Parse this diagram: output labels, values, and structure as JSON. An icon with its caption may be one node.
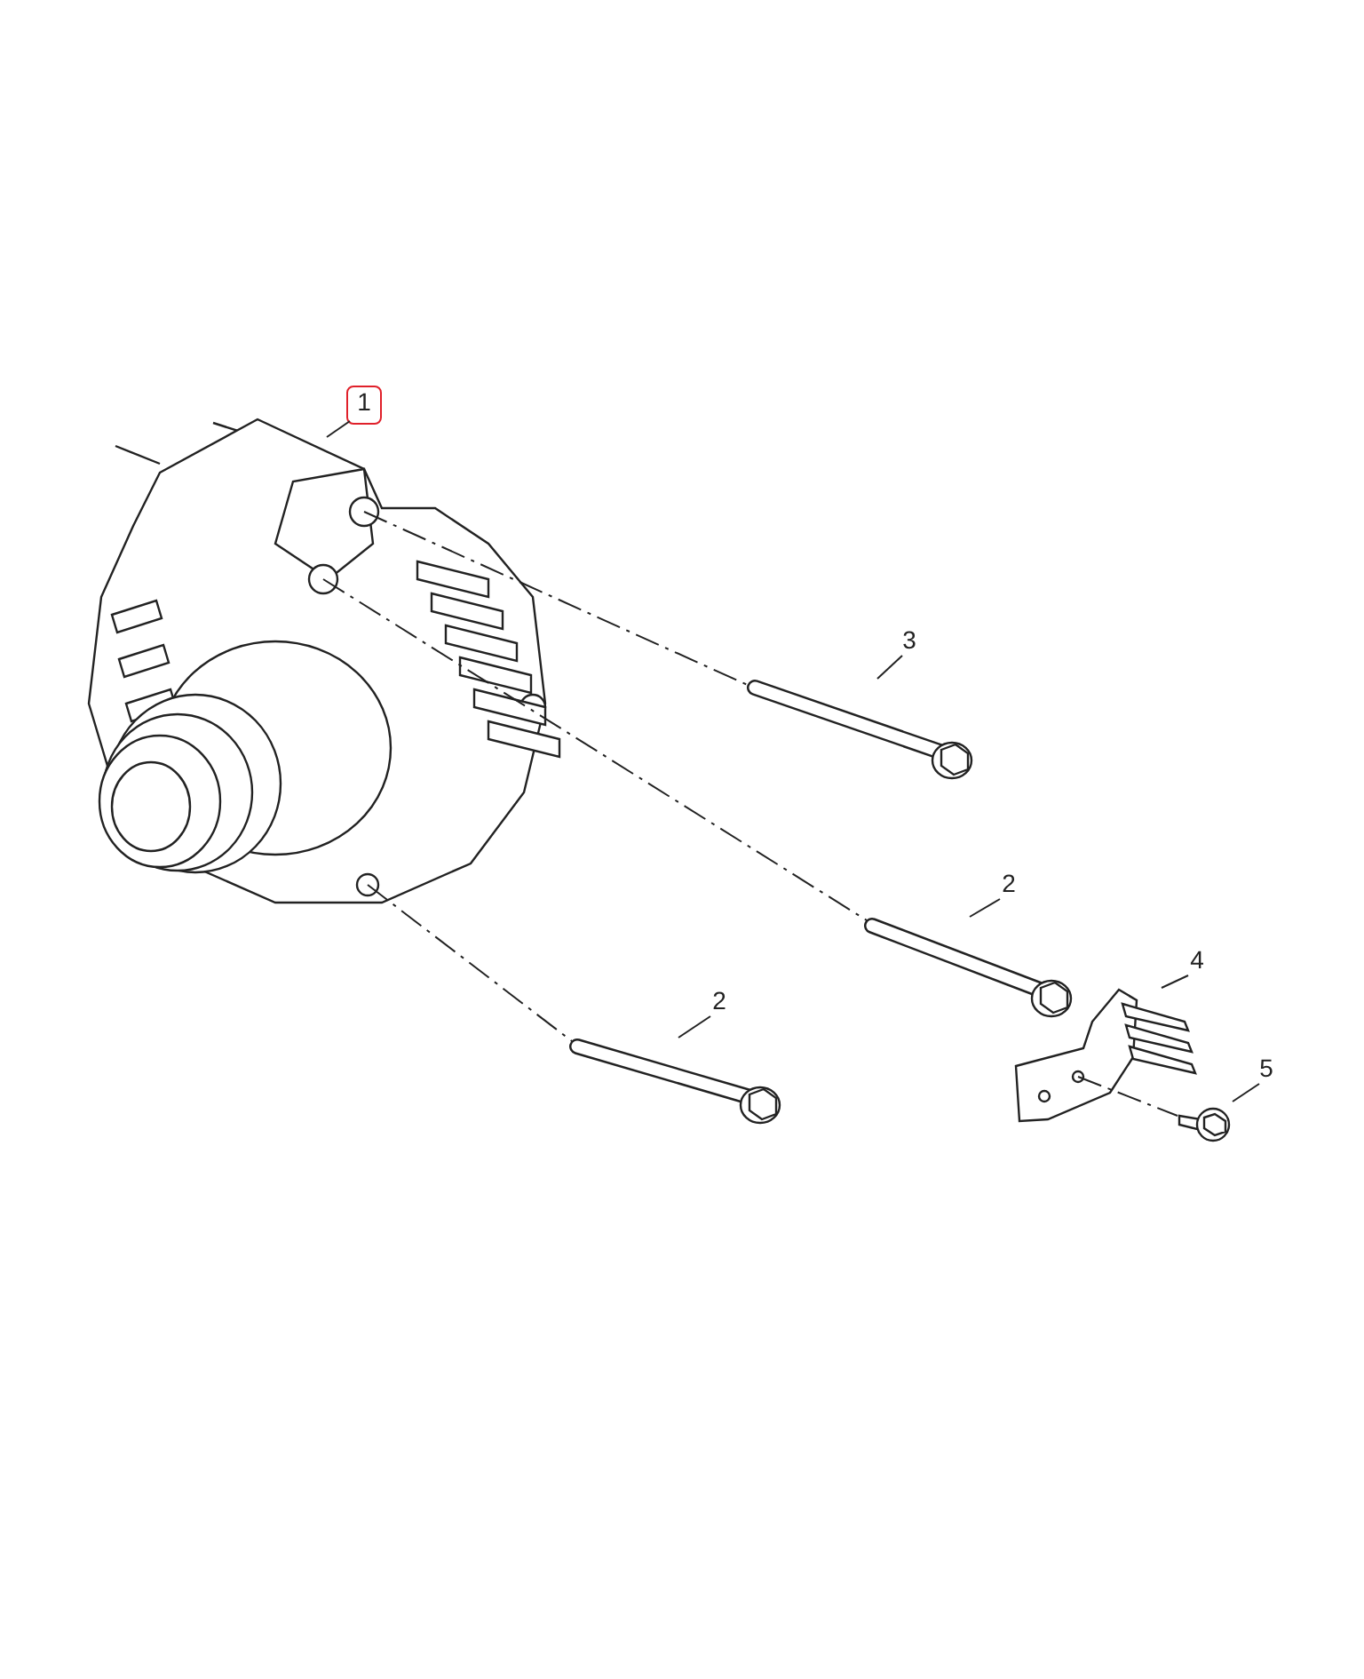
{
  "diagram": {
    "nodes": [
      {
        "text": [
          "1"
        ]
      },
      {
        "text": [],
        "shape": "picture"
      },
      {
        "text": [
          "3"
        ]
      },
      {
        "text": [],
        "shape": "picture"
      },
      {
        "text": [
          "2"
        ]
      },
      {
        "text": [],
        "shape": "picture"
      },
      {
        "text": [
          "4"
        ]
      },
      {
        "text": [],
        "shape": "picture"
      },
      {
        "text": [
          "2"
        ]
      },
      {
        "text": [],
        "shape": "picture"
      },
      {
        "text": [
          "5"
        ]
      },
      {
        "text": [],
        "shape": "picture"
      }
    ],
    "edges": [
      {
        "from": 0,
        "to": 1,
        "arrow": "none"
      },
      {
        "from": 2,
        "to": 3,
        "arrow": "none"
      },
      {
        "from": 4,
        "to": 5,
        "arrow": "none"
      },
      {
        "from": 6,
        "to": 7,
        "arrow": "none"
      },
      {
        "from": 8,
        "to": 9,
        "arrow": "none"
      },
      {
        "from": 10,
        "to": 11,
        "arrow": "none"
      },
      {
        "from": 1,
        "to": 3,
        "arrow": "none",
        "style": "dashed"
      },
      {
        "from": 1,
        "to": 5,
        "arrow": "none",
        "style": "dashed"
      },
      {
        "from": 1,
        "to": 9,
        "arrow": "none",
        "style": "dashed"
      },
      {
        "from": 7,
        "to": 11,
        "arrow": "none",
        "style": "dashed"
      }
    ]
  }
}
